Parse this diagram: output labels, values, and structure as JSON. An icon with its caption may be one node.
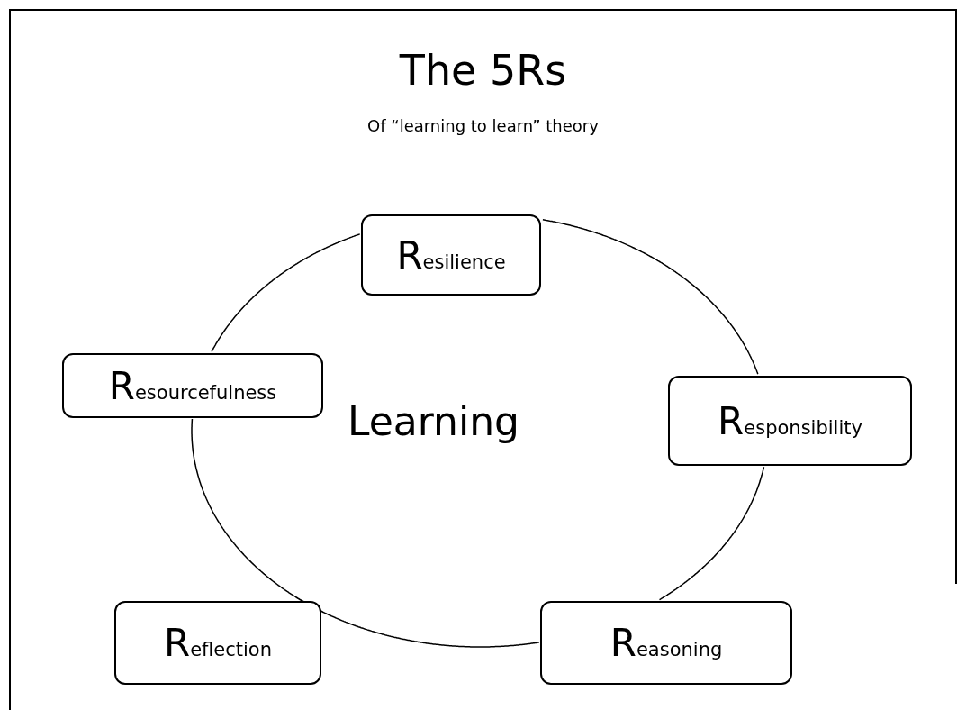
{
  "diagram": {
    "title": "The 5Rs",
    "nodes": [
      {
        "text": [
          "Resilience"
        ]
      },
      {
        "text": [
          "Resourcefulness"
        ]
      },
      {
        "text": [
          "Responsibility"
        ]
      },
      {
        "text": [
          "Reflection"
        ]
      },
      {
        "text": [
          "Reasoning"
        ]
      }
    ],
    "edges": [
      {
        "from": 0,
        "to": 2,
        "arrow": "none"
      },
      {
        "from": 2,
        "to": 4,
        "arrow": "none"
      },
      {
        "from": 4,
        "to": 3,
        "arrow": "none"
      },
      {
        "from": 3,
        "to": 1,
        "arrow": "none"
      },
      {
        "from": 1,
        "to": 0,
        "arrow": "none"
      }
    ],
    "labels": [
      "Of “learning to learn” theory",
      "Learning"
    ]
  }
}
